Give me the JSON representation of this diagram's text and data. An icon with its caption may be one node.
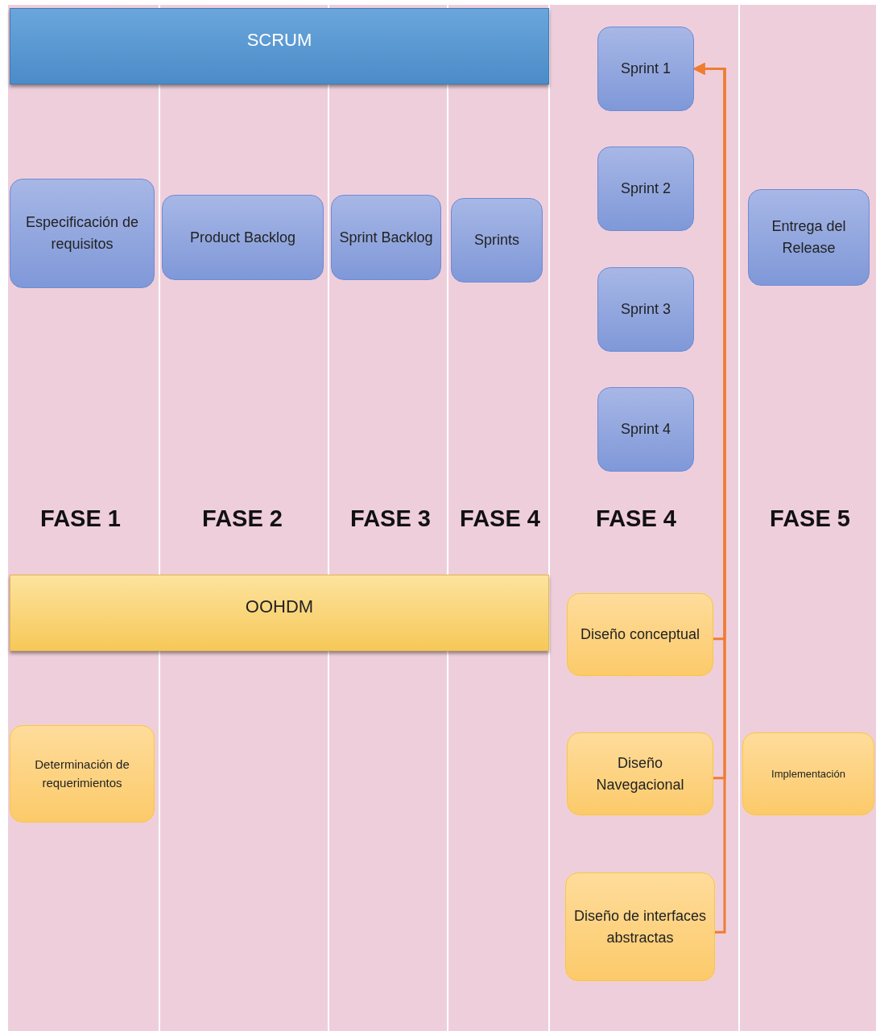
{
  "diagram": {
    "nodes": [
      {
        "text": [
          "SCRUM"
        ]
      },
      {
        "text": [
          "Especificación de requisitos"
        ]
      },
      {
        "text": [
          "Product Backlog"
        ]
      },
      {
        "text": [
          "Sprint Backlog"
        ]
      },
      {
        "text": [
          "Sprints"
        ]
      },
      {
        "text": [
          "Sprint 1"
        ]
      },
      {
        "text": [
          "Sprint 2"
        ]
      },
      {
        "text": [
          "Sprint 3"
        ]
      },
      {
        "text": [
          "Sprint 4"
        ]
      },
      {
        "text": [
          "Entrega del Release"
        ]
      },
      {
        "text": [
          "OOHDM"
        ]
      },
      {
        "text": [
          "Determinación de requerimientos"
        ]
      },
      {
        "text": [
          "Diseño conceptual"
        ]
      },
      {
        "text": [
          "Diseño Navegacional"
        ]
      },
      {
        "text": [
          "Diseño de interfaces abstractas"
        ]
      },
      {
        "text": [
          "Implementación"
        ]
      }
    ],
    "edges": [
      {
        "from": 12,
        "to": 5,
        "arrow": "to",
        "color": "#ed7d31"
      },
      {
        "from": 13,
        "to": 5,
        "arrow": "to",
        "color": "#ed7d31"
      },
      {
        "from": 14,
        "to": 5,
        "arrow": "to",
        "color": "#ed7d31"
      }
    ],
    "labels": [
      "FASE 1",
      "FASE 2",
      "FASE 3",
      "FASE 4",
      "FASE 4",
      "FASE 5"
    ]
  }
}
